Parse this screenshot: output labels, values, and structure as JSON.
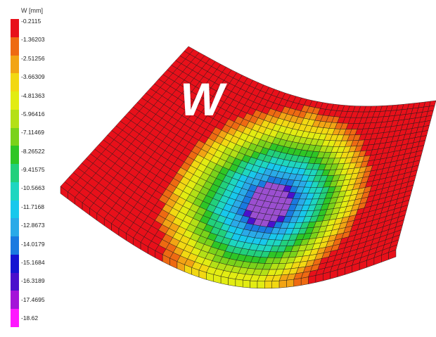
{
  "legend": {
    "title": "W [mm]",
    "values": [
      "-0.2115",
      "-1.36203",
      "-2.51256",
      "-3.66309",
      "-4.81363",
      "-5.96416",
      "-7.11469",
      "-8.26522",
      "-9.41575",
      "-10.5663",
      "-11.7168",
      "-12.8673",
      "-14.0179",
      "-15.1684",
      "-16.3189",
      "-17.4695",
      "-18.62"
    ],
    "colors": [
      "#e8101a",
      "#ee6a12",
      "#f2a414",
      "#f2d812",
      "#e2ec12",
      "#b4e016",
      "#7ad21a",
      "#2ec626",
      "#22d07c",
      "#1ed6c0",
      "#18c8ec",
      "#2aaae8",
      "#1a7ae0",
      "#1414d2",
      "#4a10cc",
      "#a414d8",
      "#ff18ff"
    ]
  },
  "field_label": "W",
  "plot": {
    "min_value": -18.62,
    "max_value": -0.2115,
    "peak_band_color": "#9b4fd0"
  }
}
